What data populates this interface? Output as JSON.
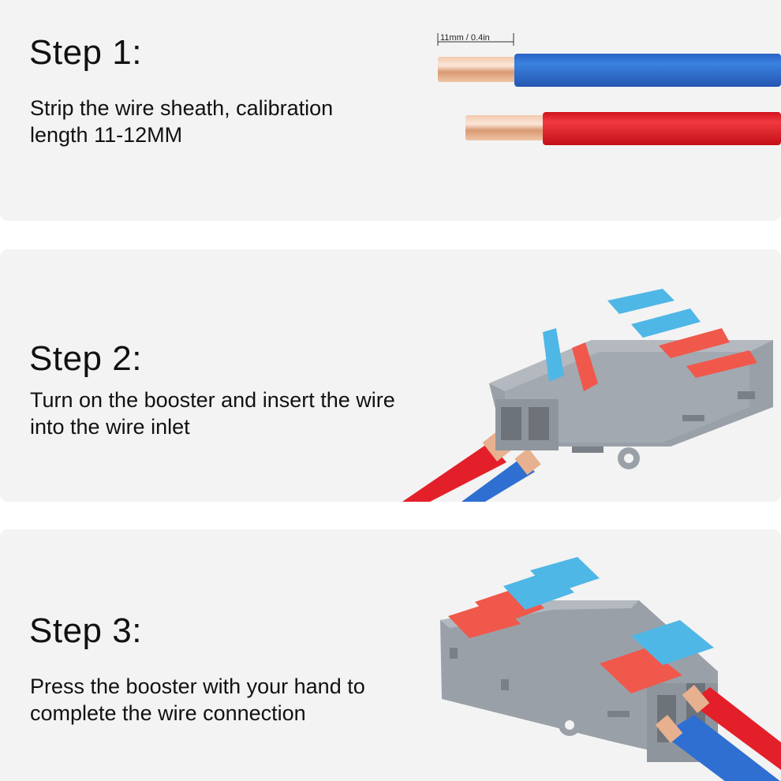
{
  "steps": [
    {
      "title": "Step 1:",
      "description": "Strip the wire sheath, calibration\nlength 11-12MM",
      "measure_label": "11mm / 0.4in"
    },
    {
      "title": "Step 2:",
      "description": "Turn on the booster and insert the wire\ninto the wire inlet"
    },
    {
      "title": "Step 3:",
      "description": "Press the booster with your hand to\ncomplete the wire connection"
    }
  ],
  "colors": {
    "panel_bg": "#f3f3f3",
    "wire_blue": "#2f6fd1",
    "wire_red": "#e3202a",
    "copper": "#e7b08f",
    "connector_gray": "#9aa0a8",
    "lever_blue": "#4fb7e6",
    "lever_red": "#f0584c"
  },
  "icons": [
    "stripped-wire-illustration",
    "lever-connector-illustration"
  ]
}
